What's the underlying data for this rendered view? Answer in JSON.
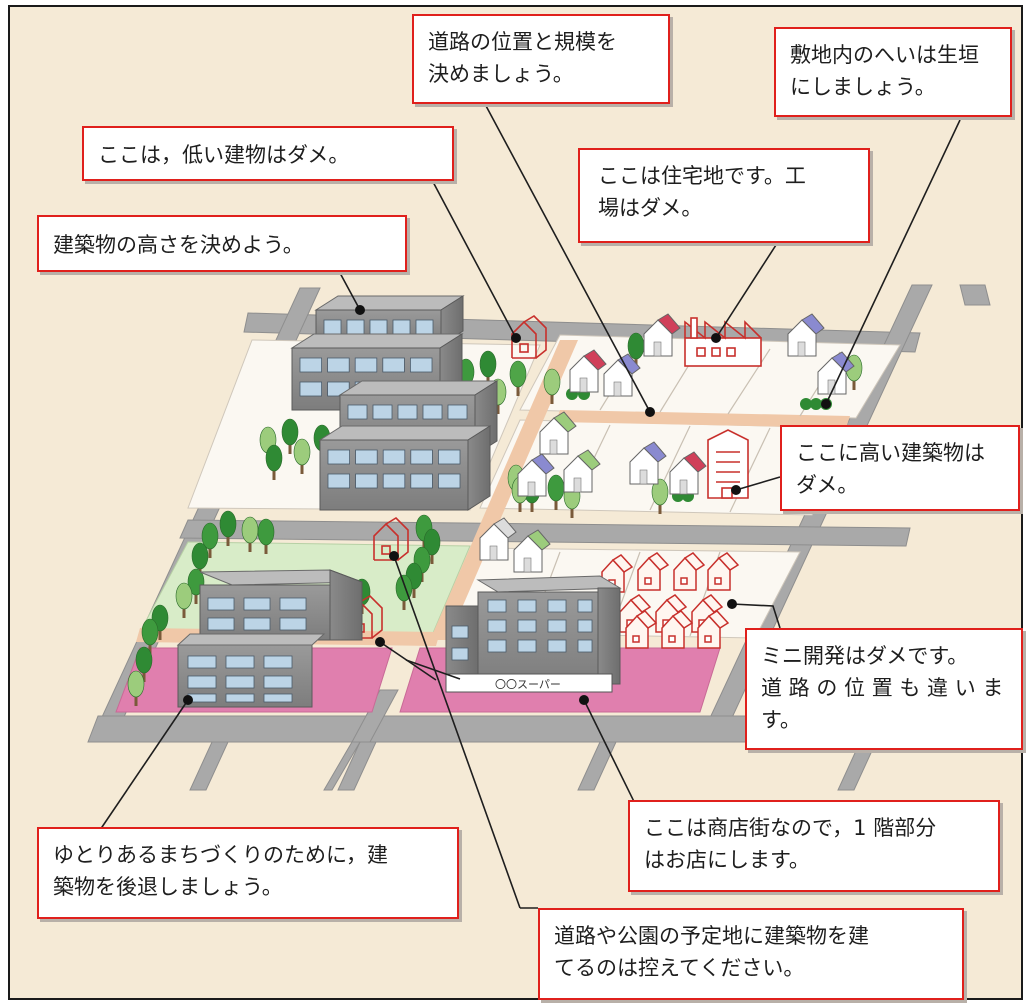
{
  "colors": {
    "background": "#f5ead6",
    "road": "#a9a9a9",
    "lot": "#fbf8f2",
    "park": "#d8ecc8",
    "setback": "#e07fae",
    "planned_road": "#f0c8a8",
    "callout_border": "#e0201c",
    "leader": "#1e1e1e",
    "restricted_outline": "#c8302c"
  },
  "callouts": {
    "road_plan": {
      "lines": [
        "道路の位置と規模を",
        "決めましょう。"
      ]
    },
    "hedge": {
      "lines": [
        "敷地内のへいは生垣",
        "にしましょう。"
      ]
    },
    "low_building": {
      "lines": [
        "ここは，低い建物はダメ。"
      ]
    },
    "residential": {
      "lines": [
        "ここは住宅地です。工",
        "場はダメ。"
      ]
    },
    "height": {
      "lines": [
        "建築物の高さを決めよう。"
      ]
    },
    "tall_building": {
      "lines": [
        "ここに高い建築物は",
        "ダメ。"
      ]
    },
    "mini_dev": {
      "lines": [
        "ミニ開発はダメです。",
        "道 路 の 位 置 も 違 い ま",
        "す。"
      ]
    },
    "shopping": {
      "lines": [
        "ここは商店街なので，1 階部分",
        "はお店にします。"
      ]
    },
    "setback_note": {
      "lines": [
        "ゆとりあるまちづくりのために，建",
        "築物を後退しましょう。"
      ]
    },
    "planned_site": {
      "lines": [
        "道路や公園の予定地に建築物を建",
        "てるのは控えてください。"
      ]
    }
  },
  "supermarket_sign": "〇〇スーパー",
  "icons": [
    "house-icon",
    "tree-icon",
    "factory-icon",
    "apartment-building-icon",
    "office-building-icon"
  ]
}
